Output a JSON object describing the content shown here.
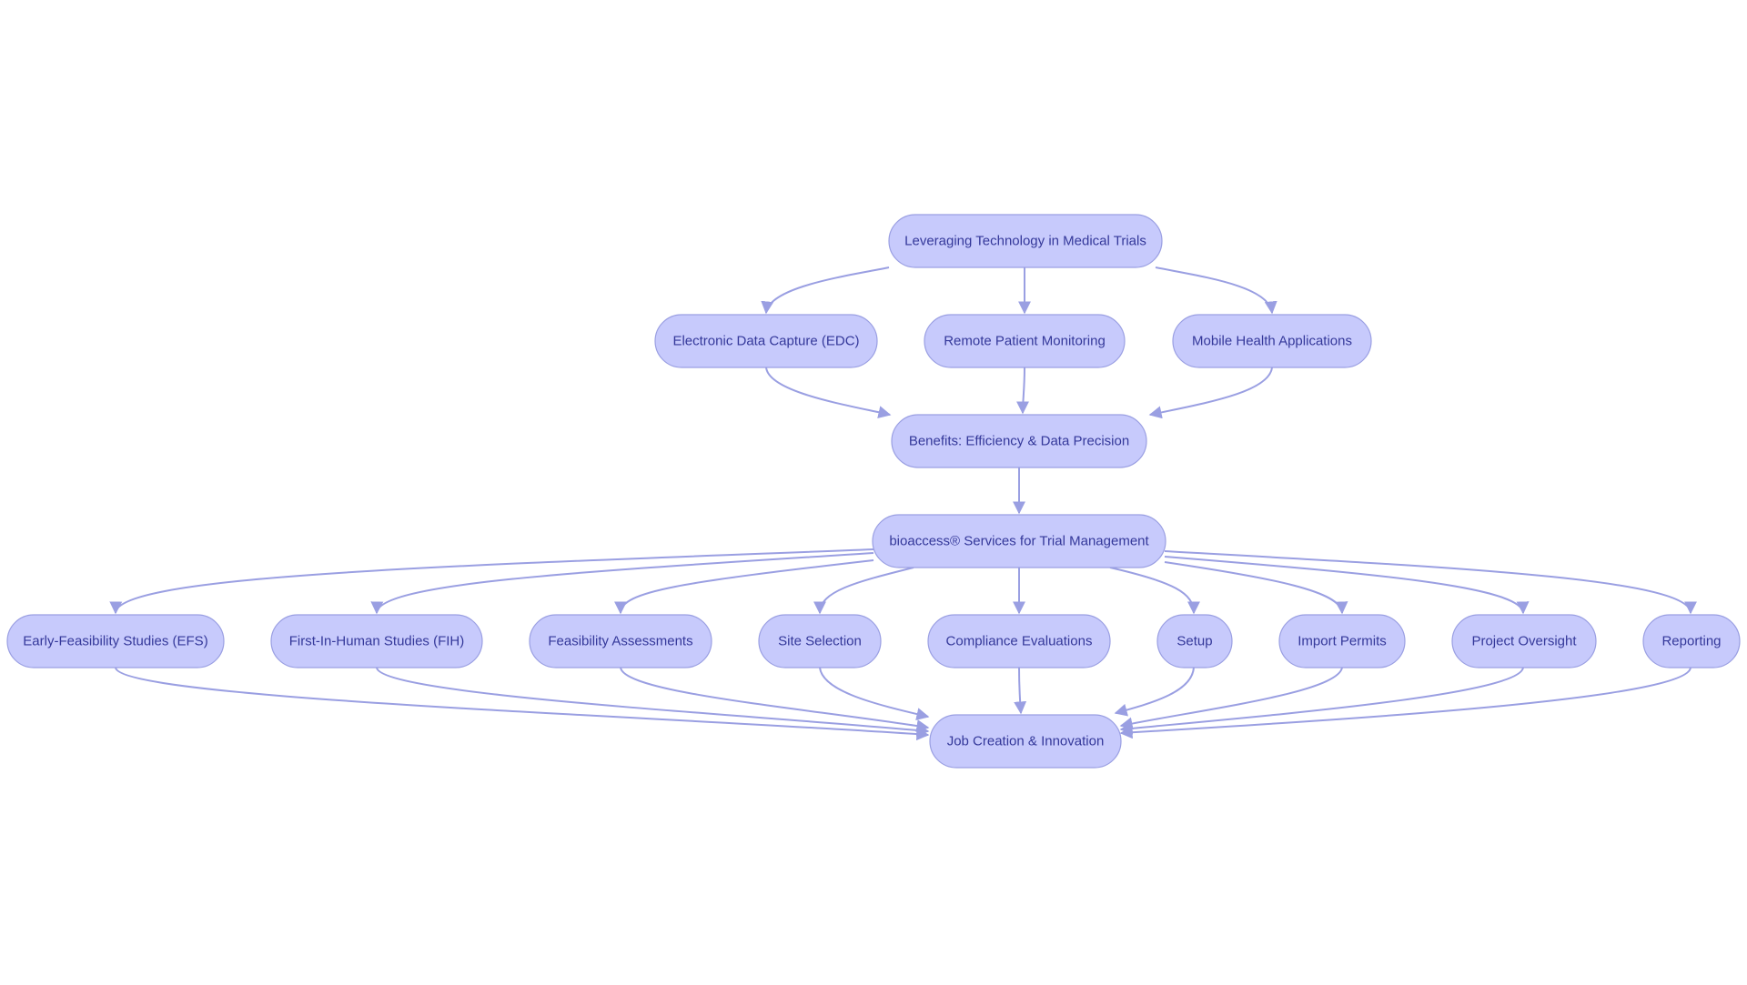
{
  "diagram": {
    "type": "flowchart",
    "colors": {
      "node_fill": "#c7cafc",
      "node_stroke": "#9a9fe2",
      "edge": "#9a9fe2",
      "text": "#34389a",
      "background": "#ffffff"
    },
    "nodes": {
      "root": "Leveraging Technology in Medical Trials",
      "edc": "Electronic Data Capture (EDC)",
      "rpm": "Remote Patient Monitoring",
      "mha": "Mobile Health Applications",
      "benefits": "Benefits: Efficiency & Data Precision",
      "bioaccess": "bioaccess® Services for Trial Management",
      "efs": "Early-Feasibility Studies (EFS)",
      "fih": "First-In-Human Studies (FIH)",
      "feas": "Feasibility Assessments",
      "site": "Site Selection",
      "comp": "Compliance Evaluations",
      "setup": "Setup",
      "import": "Import Permits",
      "oversight": "Project Oversight",
      "reporting": "Reporting",
      "jobs": "Job Creation & Innovation"
    },
    "edges": [
      {
        "from": "root",
        "to": "edc"
      },
      {
        "from": "root",
        "to": "rpm"
      },
      {
        "from": "root",
        "to": "mha"
      },
      {
        "from": "edc",
        "to": "benefits"
      },
      {
        "from": "rpm",
        "to": "benefits"
      },
      {
        "from": "mha",
        "to": "benefits"
      },
      {
        "from": "benefits",
        "to": "bioaccess"
      },
      {
        "from": "bioaccess",
        "to": "efs"
      },
      {
        "from": "bioaccess",
        "to": "fih"
      },
      {
        "from": "bioaccess",
        "to": "feas"
      },
      {
        "from": "bioaccess",
        "to": "site"
      },
      {
        "from": "bioaccess",
        "to": "comp"
      },
      {
        "from": "bioaccess",
        "to": "setup"
      },
      {
        "from": "bioaccess",
        "to": "import"
      },
      {
        "from": "bioaccess",
        "to": "oversight"
      },
      {
        "from": "bioaccess",
        "to": "reporting"
      },
      {
        "from": "efs",
        "to": "jobs"
      },
      {
        "from": "fih",
        "to": "jobs"
      },
      {
        "from": "feas",
        "to": "jobs"
      },
      {
        "from": "site",
        "to": "jobs"
      },
      {
        "from": "comp",
        "to": "jobs"
      },
      {
        "from": "setup",
        "to": "jobs"
      },
      {
        "from": "import",
        "to": "jobs"
      },
      {
        "from": "oversight",
        "to": "jobs"
      },
      {
        "from": "reporting",
        "to": "jobs"
      }
    ]
  }
}
